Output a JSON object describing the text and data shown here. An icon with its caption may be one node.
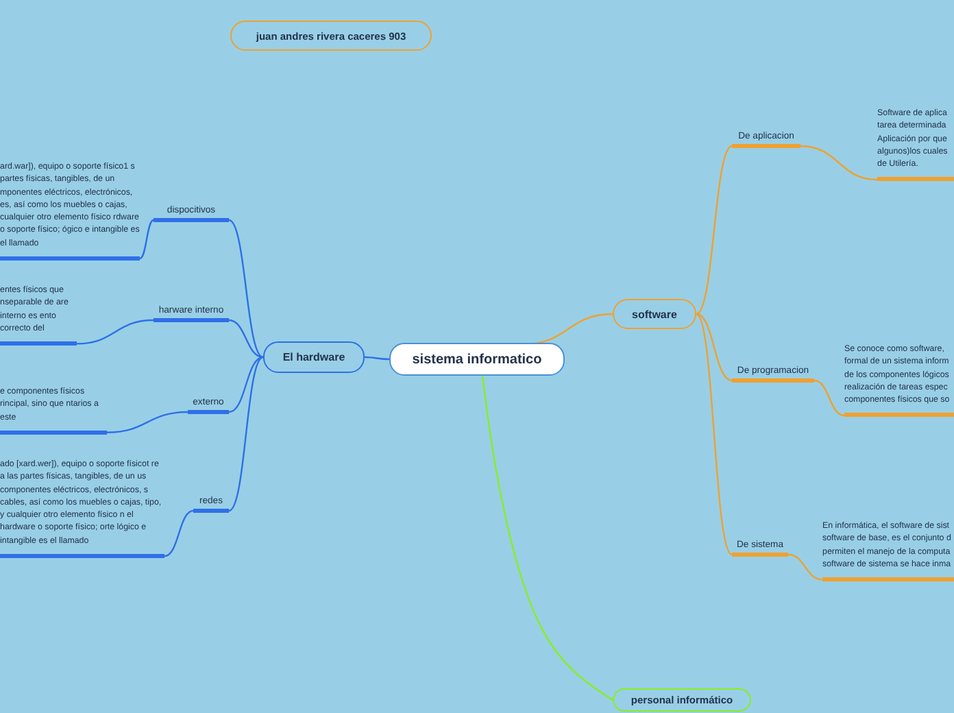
{
  "diagram": {
    "nodes": [
      {
        "text": [
          "sistema informatico"
        ]
      },
      {
        "text": [
          "El hardware"
        ]
      },
      {
        "text": [
          "dispocitivos"
        ]
      },
      {
        "text": [
          "ard.war]), equipo o soporte físico1 s partes físicas, tangibles, de un mponentes eléctricos, electrónicos, es, así como los muebles o cajas, cualquier otro elemento físico rdware o soporte físico; ógico e intangible es el llamado"
        ]
      },
      {
        "text": [
          "harware interno"
        ]
      },
      {
        "text": [
          "entes físicos que nseparable de are interno es ento correcto del"
        ]
      },
      {
        "text": [
          "externo"
        ]
      },
      {
        "text": [
          "e componentes físicos rincipal, sino que ntarios a este"
        ]
      },
      {
        "text": [
          "redes"
        ]
      },
      {
        "text": [
          "ado [xard.wer]), equipo o soporte físicot re a las partes físicas, tangibles, de un us componentes eléctricos, electrónicos, s cables, así como los muebles o cajas, tipo, y cualquier otro elemento físico n el hardware o soporte físico; orte lógico e intangible es el llamado"
        ]
      },
      {
        "text": [
          "software"
        ]
      },
      {
        "text": [
          "De aplicacion"
        ]
      },
      {
        "text": [
          "Software de aplica tarea determinada Aplicación por que algunos)los cuales de Utilería."
        ]
      },
      {
        "text": [
          "De programacion"
        ]
      },
      {
        "text": [
          "Se conoce como software, formal de un sistema inform de los componentes lógicos realización de tareas espec componentes físicos que so"
        ]
      },
      {
        "text": [
          "De sistema"
        ]
      },
      {
        "text": [
          "En informática, el software de sist software de base, es el conjunto d permiten el manejo de la computa software de sistema se hace inma"
        ]
      },
      {
        "text": [
          "personal informático"
        ]
      },
      {
        "text": [
          "juan andres rivera caceres 903"
        ]
      }
    ],
    "edges": [
      {
        "from": 0,
        "to": 1,
        "arrow": "none"
      },
      {
        "from": 1,
        "to": 2,
        "arrow": "none"
      },
      {
        "from": 1,
        "to": 4,
        "arrow": "none"
      },
      {
        "from": 1,
        "to": 6,
        "arrow": "none"
      },
      {
        "from": 1,
        "to": 8,
        "arrow": "none"
      },
      {
        "from": 2,
        "to": 3,
        "arrow": "none"
      },
      {
        "from": 4,
        "to": 5,
        "arrow": "none"
      },
      {
        "from": 6,
        "to": 7,
        "arrow": "none"
      },
      {
        "from": 8,
        "to": 9,
        "arrow": "none"
      },
      {
        "from": 0,
        "to": 10,
        "arrow": "none",
        "color": "#f0a030"
      },
      {
        "from": 10,
        "to": 11,
        "arrow": "none",
        "color": "#f0a030"
      },
      {
        "from": 10,
        "to": 13,
        "arrow": "none",
        "color": "#f0a030"
      },
      {
        "from": 10,
        "to": 15,
        "arrow": "none",
        "color": "#f0a030"
      },
      {
        "from": 11,
        "to": 12,
        "arrow": "none",
        "color": "#f0a030"
      },
      {
        "from": 13,
        "to": 14,
        "arrow": "none",
        "color": "#f0a030"
      },
      {
        "from": 15,
        "to": 16,
        "arrow": "none",
        "color": "#f0a030"
      },
      {
        "from": 0,
        "to": 17,
        "arrow": "none",
        "color": "#88ee22"
      }
    ]
  }
}
